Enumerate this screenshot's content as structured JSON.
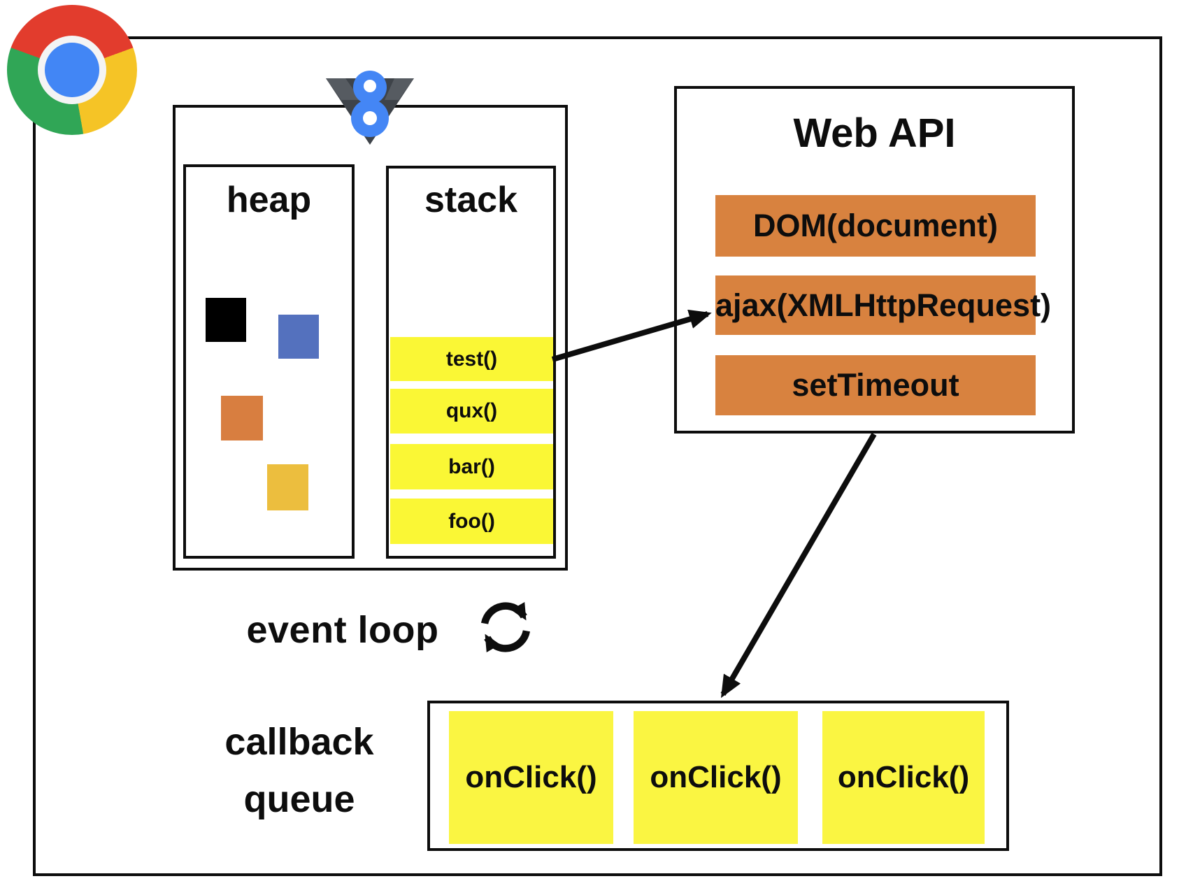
{
  "diagram_title": "browser JavaScript runtime (event loop) diagram",
  "colors": {
    "line_black": "#0d0d0d",
    "stack_yellow": "#faf735",
    "callback_yellow": "#faf542",
    "webapi_orange": "#d8823f",
    "heap_black": "#000000",
    "heap_blue": "#5471be",
    "heap_orange": "#d87e40",
    "heap_gold": "#ecbe3e",
    "chrome_red": "#e23c2d",
    "chrome_yellow": "#f5c426",
    "chrome_green": "#30a656",
    "chrome_blue": "#4286f5",
    "v8_dark": "#3e4349",
    "v8_blue": "#4486f5"
  },
  "icons": {
    "chrome": "chrome-browser-logo",
    "v8": "v8-engine-logo",
    "event_loop": "cycle-arrows"
  },
  "v8": {
    "heap": {
      "label": "heap",
      "blocks": [
        {
          "name": "black-block",
          "color": "#000000"
        },
        {
          "name": "blue-block",
          "color": "#5471be"
        },
        {
          "name": "orange-block",
          "color": "#d87e40"
        },
        {
          "name": "gold-block",
          "color": "#ecbe3e"
        }
      ]
    },
    "stack": {
      "label": "stack",
      "frames": [
        "test()",
        "qux()",
        "bar()",
        "foo()"
      ]
    }
  },
  "web_api": {
    "title": "Web API",
    "items": [
      "DOM(document)",
      "ajax(XMLHttpRequest)",
      "setTimeout"
    ]
  },
  "event_loop": {
    "label": "event loop"
  },
  "callback_queue": {
    "label": "callback queue",
    "items": [
      "onClick()",
      "onClick()",
      "onClick()"
    ]
  }
}
